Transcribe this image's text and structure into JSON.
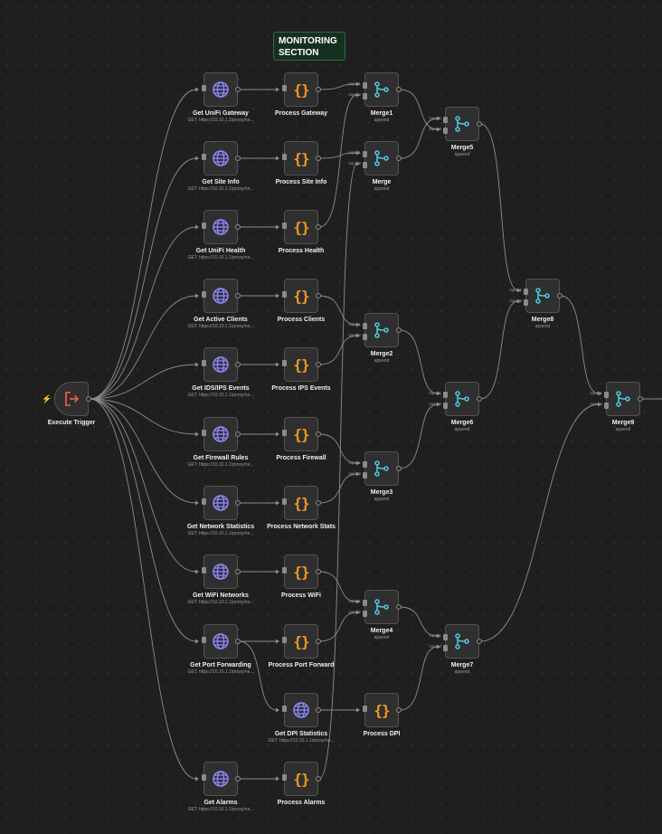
{
  "sticky": {
    "text": "MONITORING SECTION"
  },
  "colors": {
    "trigger": "#e8584e",
    "globe": "#8b87f7",
    "code": "#f59a23",
    "merge": "#4fc3d9",
    "edge": "#8c8c8c"
  },
  "input_labels": [
    "input 1",
    "input 2"
  ],
  "nodes": [
    {
      "id": "trigger",
      "label": "Execute Trigger",
      "sub": "",
      "icon": "trigger-icon"
    },
    {
      "id": "http_gateway",
      "label": "Get UniFi Gateway",
      "sub": "GET: https://10.10.1.1/proxy/ne...",
      "icon": "globe-icon"
    },
    {
      "id": "http_site",
      "label": "Get Site Info",
      "sub": "GET: https://10.10.1.1/proxy/ne...",
      "icon": "globe-icon"
    },
    {
      "id": "http_health",
      "label": "Get UniFi Health",
      "sub": "GET: https://10.10.1.1/proxy/ne...",
      "icon": "globe-icon"
    },
    {
      "id": "http_clients",
      "label": "Get Active Clients",
      "sub": "GET: https://10.10.1.1/proxy/ne...",
      "icon": "globe-icon"
    },
    {
      "id": "http_ids",
      "label": "Get IDS/IPS Events",
      "sub": "GET: https://10.10.1.1/proxy/ne...",
      "icon": "globe-icon"
    },
    {
      "id": "http_firewall",
      "label": "Get Firewall Rules",
      "sub": "GET: https://10.10.1.1/proxy/ne...",
      "icon": "globe-icon"
    },
    {
      "id": "http_netstats",
      "label": "Get Network Statistics",
      "sub": "GET: https://10.10.1.1/proxy/ne...",
      "icon": "globe-icon"
    },
    {
      "id": "http_wifi",
      "label": "Get WiFi Networks",
      "sub": "GET: https://10.10.1.1/proxy/ne...",
      "icon": "globe-icon"
    },
    {
      "id": "http_portfwd",
      "label": "Get Port Forwarding",
      "sub": "GET: https://10.10.1.1/proxy/ne...",
      "icon": "globe-icon"
    },
    {
      "id": "http_alarms",
      "label": "Get Alarms",
      "sub": "GET: https://10.10.1.1/proxy/ne...",
      "icon": "globe-icon"
    },
    {
      "id": "http_dpi",
      "label": "Get DPI Statistics",
      "sub": "GET: https://10.10.1.1/proxy/ne...",
      "icon": "globe-icon"
    },
    {
      "id": "code_gateway",
      "label": "Process Gateway",
      "sub": "",
      "icon": "code-icon"
    },
    {
      "id": "code_site",
      "label": "Process Site Info",
      "sub": "",
      "icon": "code-icon"
    },
    {
      "id": "code_health",
      "label": "Process Health",
      "sub": "",
      "icon": "code-icon"
    },
    {
      "id": "code_clients",
      "label": "Process Clients",
      "sub": "",
      "icon": "code-icon"
    },
    {
      "id": "code_ips",
      "label": "Process IPS Events",
      "sub": "",
      "icon": "code-icon"
    },
    {
      "id": "code_firewall",
      "label": "Process Firewall",
      "sub": "",
      "icon": "code-icon"
    },
    {
      "id": "code_netstats",
      "label": "Process Network Stats",
      "sub": "",
      "icon": "code-icon"
    },
    {
      "id": "code_wifi",
      "label": "Process WiFi",
      "sub": "",
      "icon": "code-icon"
    },
    {
      "id": "code_portfwd",
      "label": "Process Port Forward",
      "sub": "",
      "icon": "code-icon"
    },
    {
      "id": "code_alarms",
      "label": "Process Alarms",
      "sub": "",
      "icon": "code-icon"
    },
    {
      "id": "code_dpi",
      "label": "Process DPI",
      "sub": "",
      "icon": "code-icon"
    },
    {
      "id": "merge1",
      "label": "Merge1",
      "sub": "append",
      "icon": "merge-icon"
    },
    {
      "id": "merge",
      "label": "Merge",
      "sub": "append",
      "icon": "merge-icon"
    },
    {
      "id": "merge2",
      "label": "Merge2",
      "sub": "append",
      "icon": "merge-icon"
    },
    {
      "id": "merge3",
      "label": "Merge3",
      "sub": "append",
      "icon": "merge-icon"
    },
    {
      "id": "merge4",
      "label": "Merge4",
      "sub": "append",
      "icon": "merge-icon"
    },
    {
      "id": "merge5",
      "label": "Merge5",
      "sub": "append",
      "icon": "merge-icon"
    },
    {
      "id": "merge6",
      "label": "Merge6",
      "sub": "append",
      "icon": "merge-icon"
    },
    {
      "id": "merge7",
      "label": "Merge7",
      "sub": "append",
      "icon": "merge-icon"
    },
    {
      "id": "merge8",
      "label": "Merge8",
      "sub": "append",
      "icon": "merge-icon"
    },
    {
      "id": "merge9",
      "label": "Merge9",
      "sub": "append",
      "icon": "merge-icon"
    }
  ],
  "connections": [
    [
      "trigger",
      "http_gateway"
    ],
    [
      "trigger",
      "http_site"
    ],
    [
      "trigger",
      "http_health"
    ],
    [
      "trigger",
      "http_clients"
    ],
    [
      "trigger",
      "http_ids"
    ],
    [
      "trigger",
      "http_firewall"
    ],
    [
      "trigger",
      "http_netstats"
    ],
    [
      "trigger",
      "http_wifi"
    ],
    [
      "trigger",
      "http_portfwd"
    ],
    [
      "trigger",
      "http_alarms"
    ],
    [
      "http_gateway",
      "code_gateway"
    ],
    [
      "http_site",
      "code_site"
    ],
    [
      "http_health",
      "code_health"
    ],
    [
      "http_clients",
      "code_clients"
    ],
    [
      "http_ids",
      "code_ips"
    ],
    [
      "http_firewall",
      "code_firewall"
    ],
    [
      "http_netstats",
      "code_netstats"
    ],
    [
      "http_wifi",
      "code_wifi"
    ],
    [
      "http_portfwd",
      "code_portfwd"
    ],
    [
      "http_portfwd",
      "http_dpi"
    ],
    [
      "http_alarms",
      "code_alarms"
    ],
    [
      "http_dpi",
      "code_dpi"
    ],
    [
      "code_gateway",
      "merge1",
      0
    ],
    [
      "code_site",
      "merge",
      0
    ],
    [
      "code_health",
      "merge1",
      1
    ],
    [
      "code_alarms",
      "merge",
      1
    ],
    [
      "code_clients",
      "merge2",
      0
    ],
    [
      "code_ips",
      "merge2",
      1
    ],
    [
      "code_firewall",
      "merge3",
      0
    ],
    [
      "code_netstats",
      "merge3",
      1
    ],
    [
      "code_wifi",
      "merge4",
      0
    ],
    [
      "code_portfwd",
      "merge4",
      1
    ],
    [
      "merge1",
      "merge5",
      1
    ],
    [
      "merge",
      "merge5",
      0
    ],
    [
      "merge2",
      "merge6",
      0
    ],
    [
      "merge3",
      "merge6",
      1
    ],
    [
      "merge4",
      "merge7",
      0
    ],
    [
      "code_dpi",
      "merge7",
      1
    ],
    [
      "merge5",
      "merge8",
      0
    ],
    [
      "merge6",
      "merge8",
      1
    ],
    [
      "merge8",
      "merge9",
      0
    ],
    [
      "merge7",
      "merge9",
      1
    ]
  ]
}
